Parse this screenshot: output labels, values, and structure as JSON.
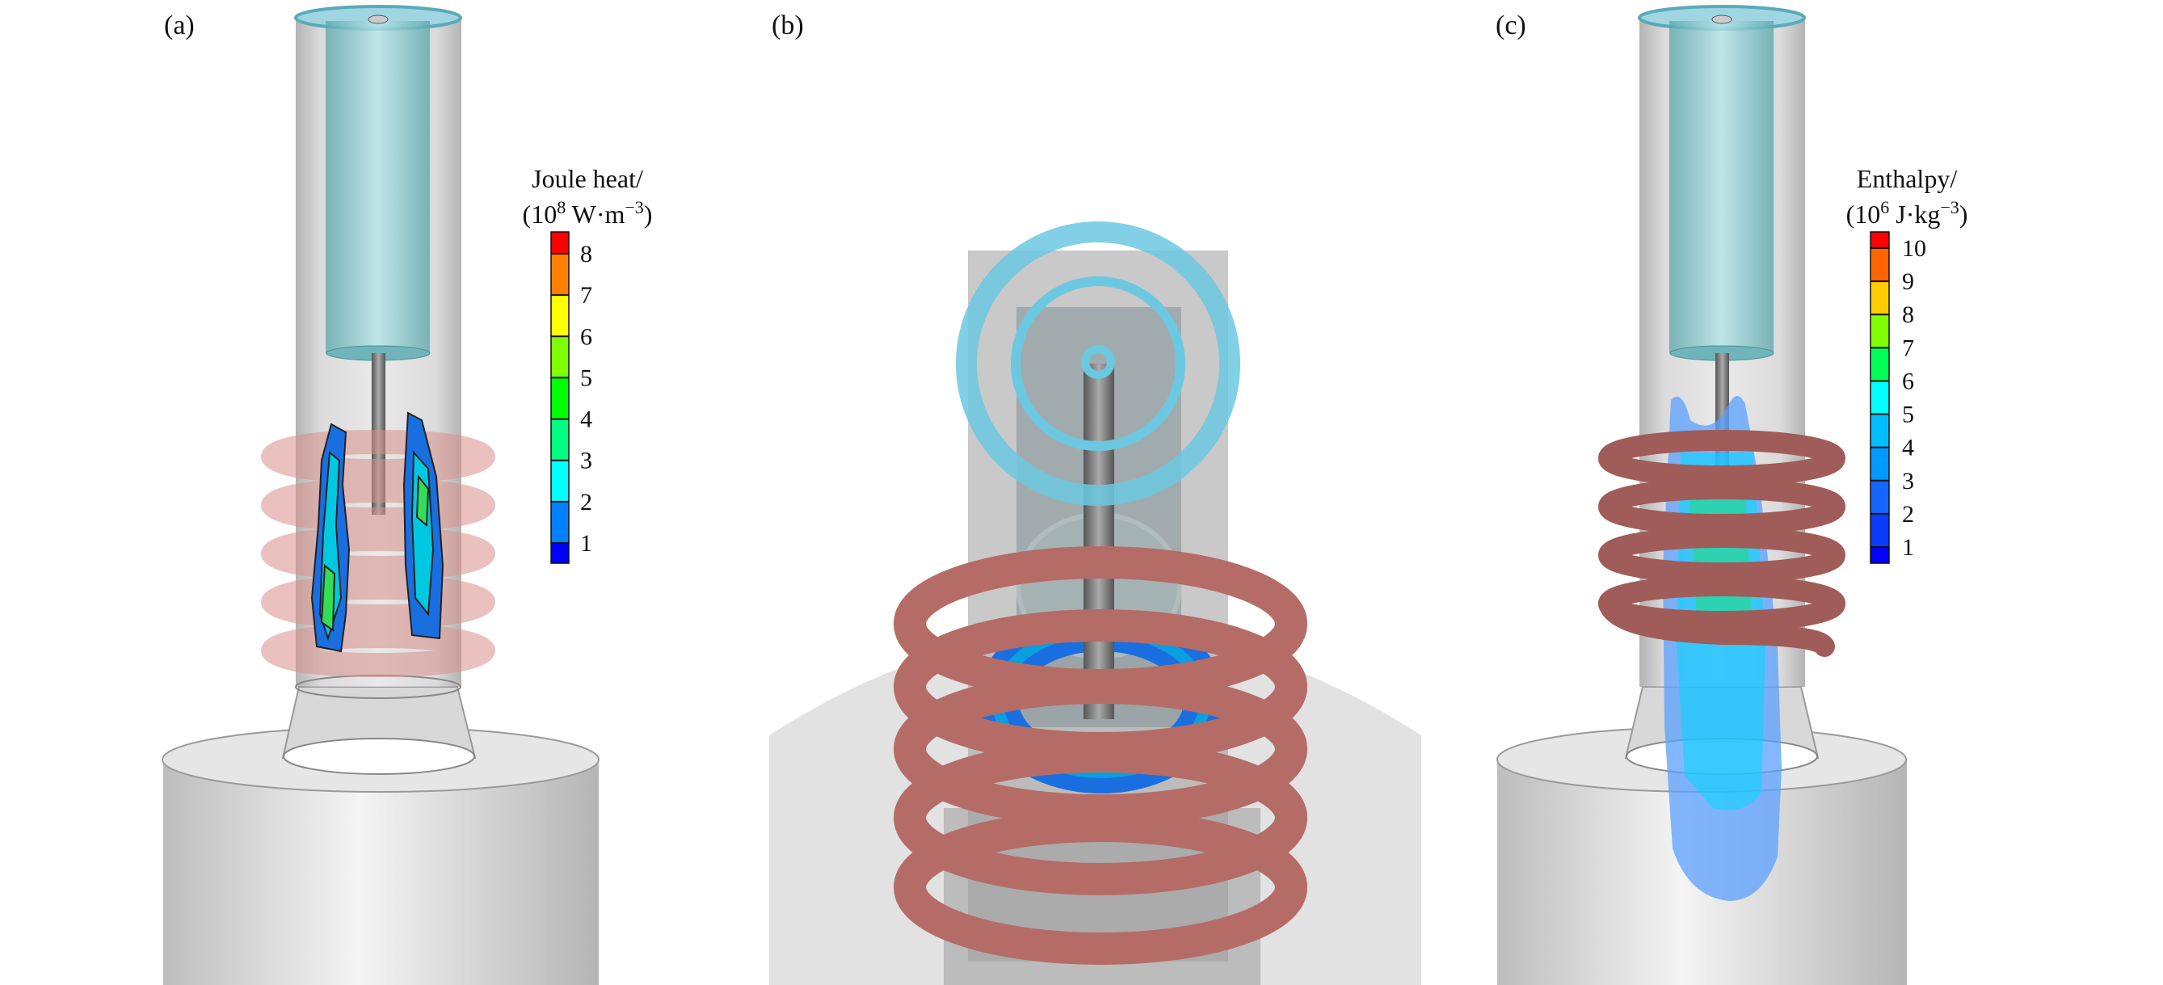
{
  "panels": [
    {
      "label": "(a)"
    },
    {
      "label": "(b)"
    },
    {
      "label": "(c)"
    }
  ],
  "colorbars": [
    {
      "title_line1": "Joule heat/",
      "title_line2": {
        "open": "(10",
        "exp": "8",
        "unit": " W·m",
        "unit_exp": "−3",
        "close": ")"
      },
      "ticks": [
        "1",
        "2",
        "3",
        "4",
        "5",
        "6",
        "7",
        "8"
      ],
      "colors": [
        "#0000ff",
        "#0080ff",
        "#00ffff",
        "#00ff80",
        "#00ff00",
        "#80ff00",
        "#ffff00",
        "#ff8000",
        "#ff0000"
      ]
    },
    {
      "title_line1": "Enthalpy/",
      "title_line2": {
        "open": "(10",
        "exp": "6",
        "unit": " J·kg",
        "unit_exp": "−3",
        "close": ")"
      },
      "ticks": [
        "1",
        "2",
        "3",
        "4",
        "5",
        "6",
        "7",
        "8",
        "9",
        "10"
      ],
      "colors": [
        "#0000ff",
        "#0a3cff",
        "#1466ff",
        "#0099ff",
        "#00bfff",
        "#00ffff",
        "#00ff55",
        "#80ff00",
        "#ffcc00",
        "#ff6600",
        "#ff0000"
      ]
    }
  ],
  "colors": {
    "coil_a": "#d9908c",
    "coil_c": "#a05c58",
    "coil_b": "#b56c67",
    "tube_cyan": "#7fc6cc",
    "ring_cyan": "#6cc8e0"
  }
}
